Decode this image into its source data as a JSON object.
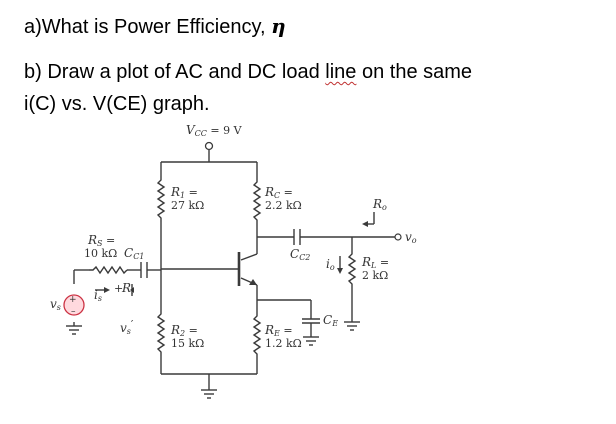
{
  "question": {
    "a_prefix": "a)What is Power Efficiency, ",
    "a_symbol": "η",
    "b_line1_start": "b) Draw a plot of AC and DC load ",
    "b_line1_word": "line",
    "b_line1_end": " on the same",
    "b_line2": "i(C) vs. V(CE) graph."
  },
  "circuit": {
    "vcc": "V",
    "vcc_sub": "CC",
    "vcc_value": " = 9 V",
    "r1_name": "R",
    "r1_sub": "1",
    "r1_eq": " =",
    "r1_value": "27 kΩ",
    "r2_name": "R",
    "r2_sub": "2",
    "r2_eq": " =",
    "r2_value": "15 kΩ",
    "rc_name": "R",
    "rc_sub": "C",
    "rc_eq": " =",
    "rc_value": "2.2 kΩ",
    "re_name": "R",
    "re_sub": "E",
    "re_eq": " =",
    "re_value": "1.2 kΩ",
    "rs_name": "R",
    "rs_sub": "S",
    "rs_eq": " =",
    "rs_value": "10 kΩ",
    "rl_name": "R",
    "rl_sub": "L",
    "rl_eq": " =",
    "rl_value": "2 kΩ",
    "cc1_name": "C",
    "cc1_sub": "C1",
    "cc2_name": "C",
    "cc2_sub": "C2",
    "ce_name": "C",
    "ce_sub": "E",
    "ro_name": "R",
    "ro_sub": "o",
    "ri_name": "R",
    "ri_sub": "i",
    "is_name": "i",
    "is_sub": "s",
    "io_name": "i",
    "io_sub": "o",
    "vo_name": "v",
    "vo_sub": "o",
    "vs_name": "v",
    "vs_sub": "s",
    "vsp_name": "v",
    "vsp_sub": "s",
    "vsp_prime": "′",
    "plus": "+",
    "minus": "–"
  }
}
